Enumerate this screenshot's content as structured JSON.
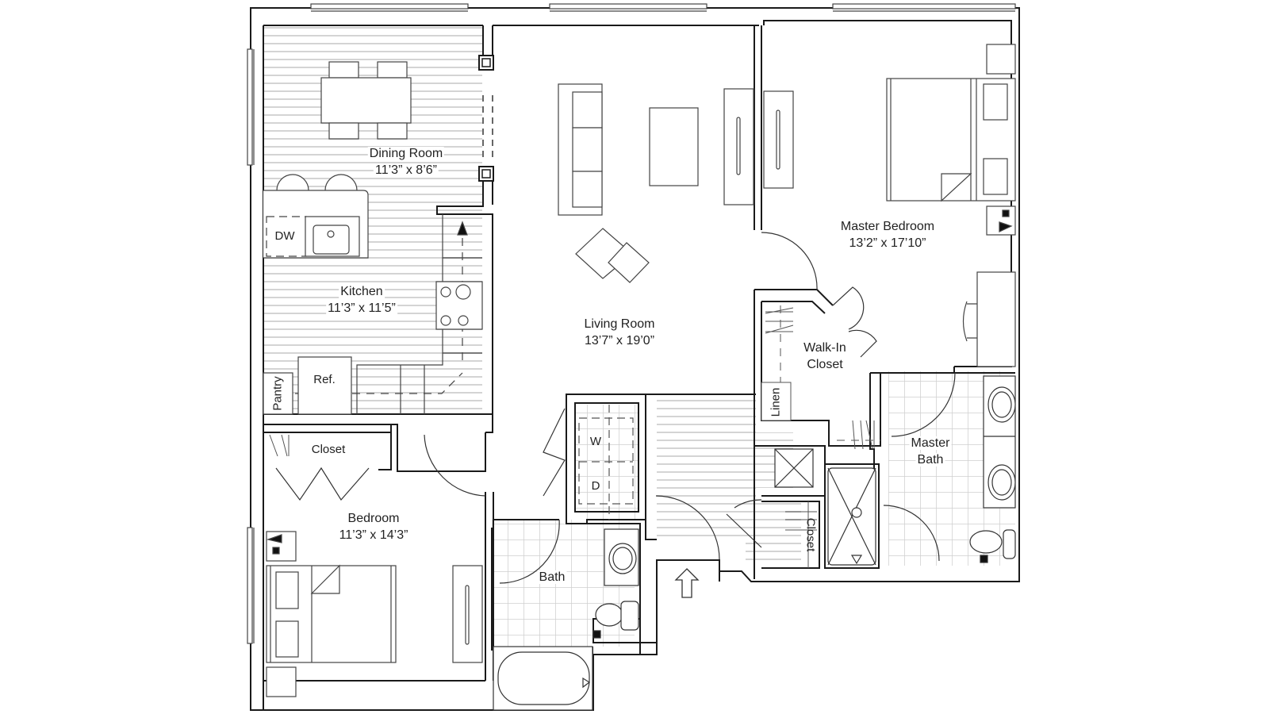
{
  "floor_plan": {
    "colors": {
      "wall": "#1a1a1a",
      "line": "#333333",
      "floor_stripe": "#d4d4d4",
      "tile_grid": "#cfcfcf",
      "background": "#ffffff",
      "fixture_fill": "#111111"
    },
    "rooms": [
      {
        "id": "dining",
        "name": "Dining Room",
        "dimensions": "11’3” x 8’6”"
      },
      {
        "id": "kitchen",
        "name": "Kitchen",
        "dimensions": "11’3” x 11’5”"
      },
      {
        "id": "living",
        "name": "Living Room",
        "dimensions": "13’7” x 19’0”"
      },
      {
        "id": "master_bedroom",
        "name": "Master Bedroom",
        "dimensions": "13’2” x 17’10”"
      },
      {
        "id": "walk_in_closet",
        "name": "Walk-In Closet",
        "line1": "Walk-In",
        "line2": "Closet"
      },
      {
        "id": "master_bath",
        "name": "Master Bath",
        "line1": "Master",
        "line2": "Bath"
      },
      {
        "id": "bedroom",
        "name": "Bedroom",
        "dimensions": "11’3” x 14’3”"
      },
      {
        "id": "bath",
        "name": "Bath"
      }
    ],
    "fixture_labels": {
      "dishwasher": "DW",
      "refrigerator": "Ref.",
      "pantry": "Pantry",
      "washer": "W",
      "dryer": "D",
      "linen": "Linen",
      "bedroom_closet": "Closet",
      "hall_closet": "Closet"
    },
    "icons": {
      "entry_arrow": "arrow-up-icon",
      "range_hood_arrow": "arrow-up-filled-icon",
      "water_heater": "x-box-icon"
    }
  }
}
